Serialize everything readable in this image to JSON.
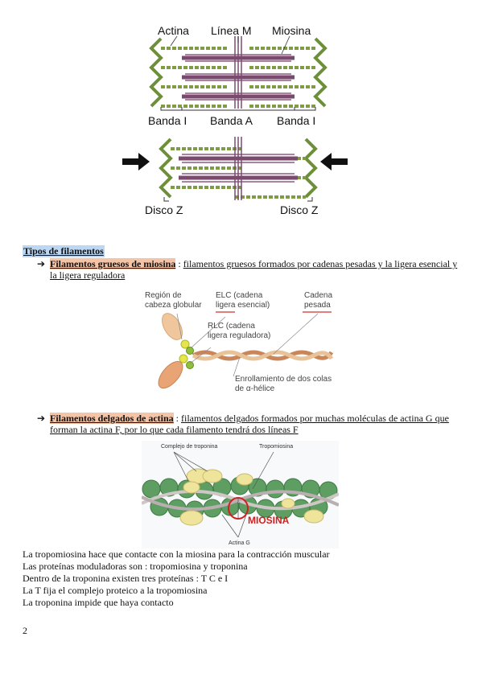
{
  "figure1": {
    "labels": {
      "actina": "Actina",
      "linea_m": "Línea M",
      "miosina": "Miosina",
      "banda_i_left": "Banda I",
      "banda_a": "Banda A",
      "banda_i_right": "Banda I",
      "disco_z_left": "Disco Z",
      "disco_z_right": "Disco Z"
    },
    "colors": {
      "actin": "#6e8f3a",
      "myosin": "#7a4a6e"
    }
  },
  "section": {
    "heading": "Tipos de filamentos",
    "bullet1": {
      "term": "Filamentos gruesos de miosina",
      "sep": " : ",
      "desc": "filamentos gruesos formados por cadenas pesadas y la ligera esencial y la ligera reguladora"
    },
    "bullet2": {
      "term": "Filamentos delgados de actina",
      "sep": " : ",
      "desc": "filamentos delgados formados por muchas moléculas de actina G que forman la actina F, por lo que cada filamento tendrá dos líneas F"
    }
  },
  "figure2": {
    "region_cabeza_1": "Región de",
    "region_cabeza_2": "cabeza globular",
    "elc_1": "ELC (cadena",
    "elc_2a": "ligera",
    "elc_2b": " esencial)",
    "rlc_1": "RLC (cadena",
    "rlc_2": "ligera reguladora)",
    "cadena_1": "Cadena",
    "cadena_2": "pesada",
    "enrollamiento_1": "Enrollamiento de dos colas",
    "enrollamiento_2": "de α-hélice"
  },
  "figure3": {
    "complejo": "Complejo de troponina",
    "tropomiosina": "Tropomiosina",
    "miosina": "MIOSINA",
    "actina_g": "Actina G"
  },
  "paragraphs": [
    "La tropomiosina hace que contacte con la miosina para la contracción muscular",
    "Las proteínas moduladoras son : tropomiosina y  troponina",
    "Dentro de la troponina existen tres proteínas : T C e I",
    "La T fija el complejo proteico a la tropomiosina",
    "La troponina impide que haya contacto"
  ],
  "page_number": "2"
}
